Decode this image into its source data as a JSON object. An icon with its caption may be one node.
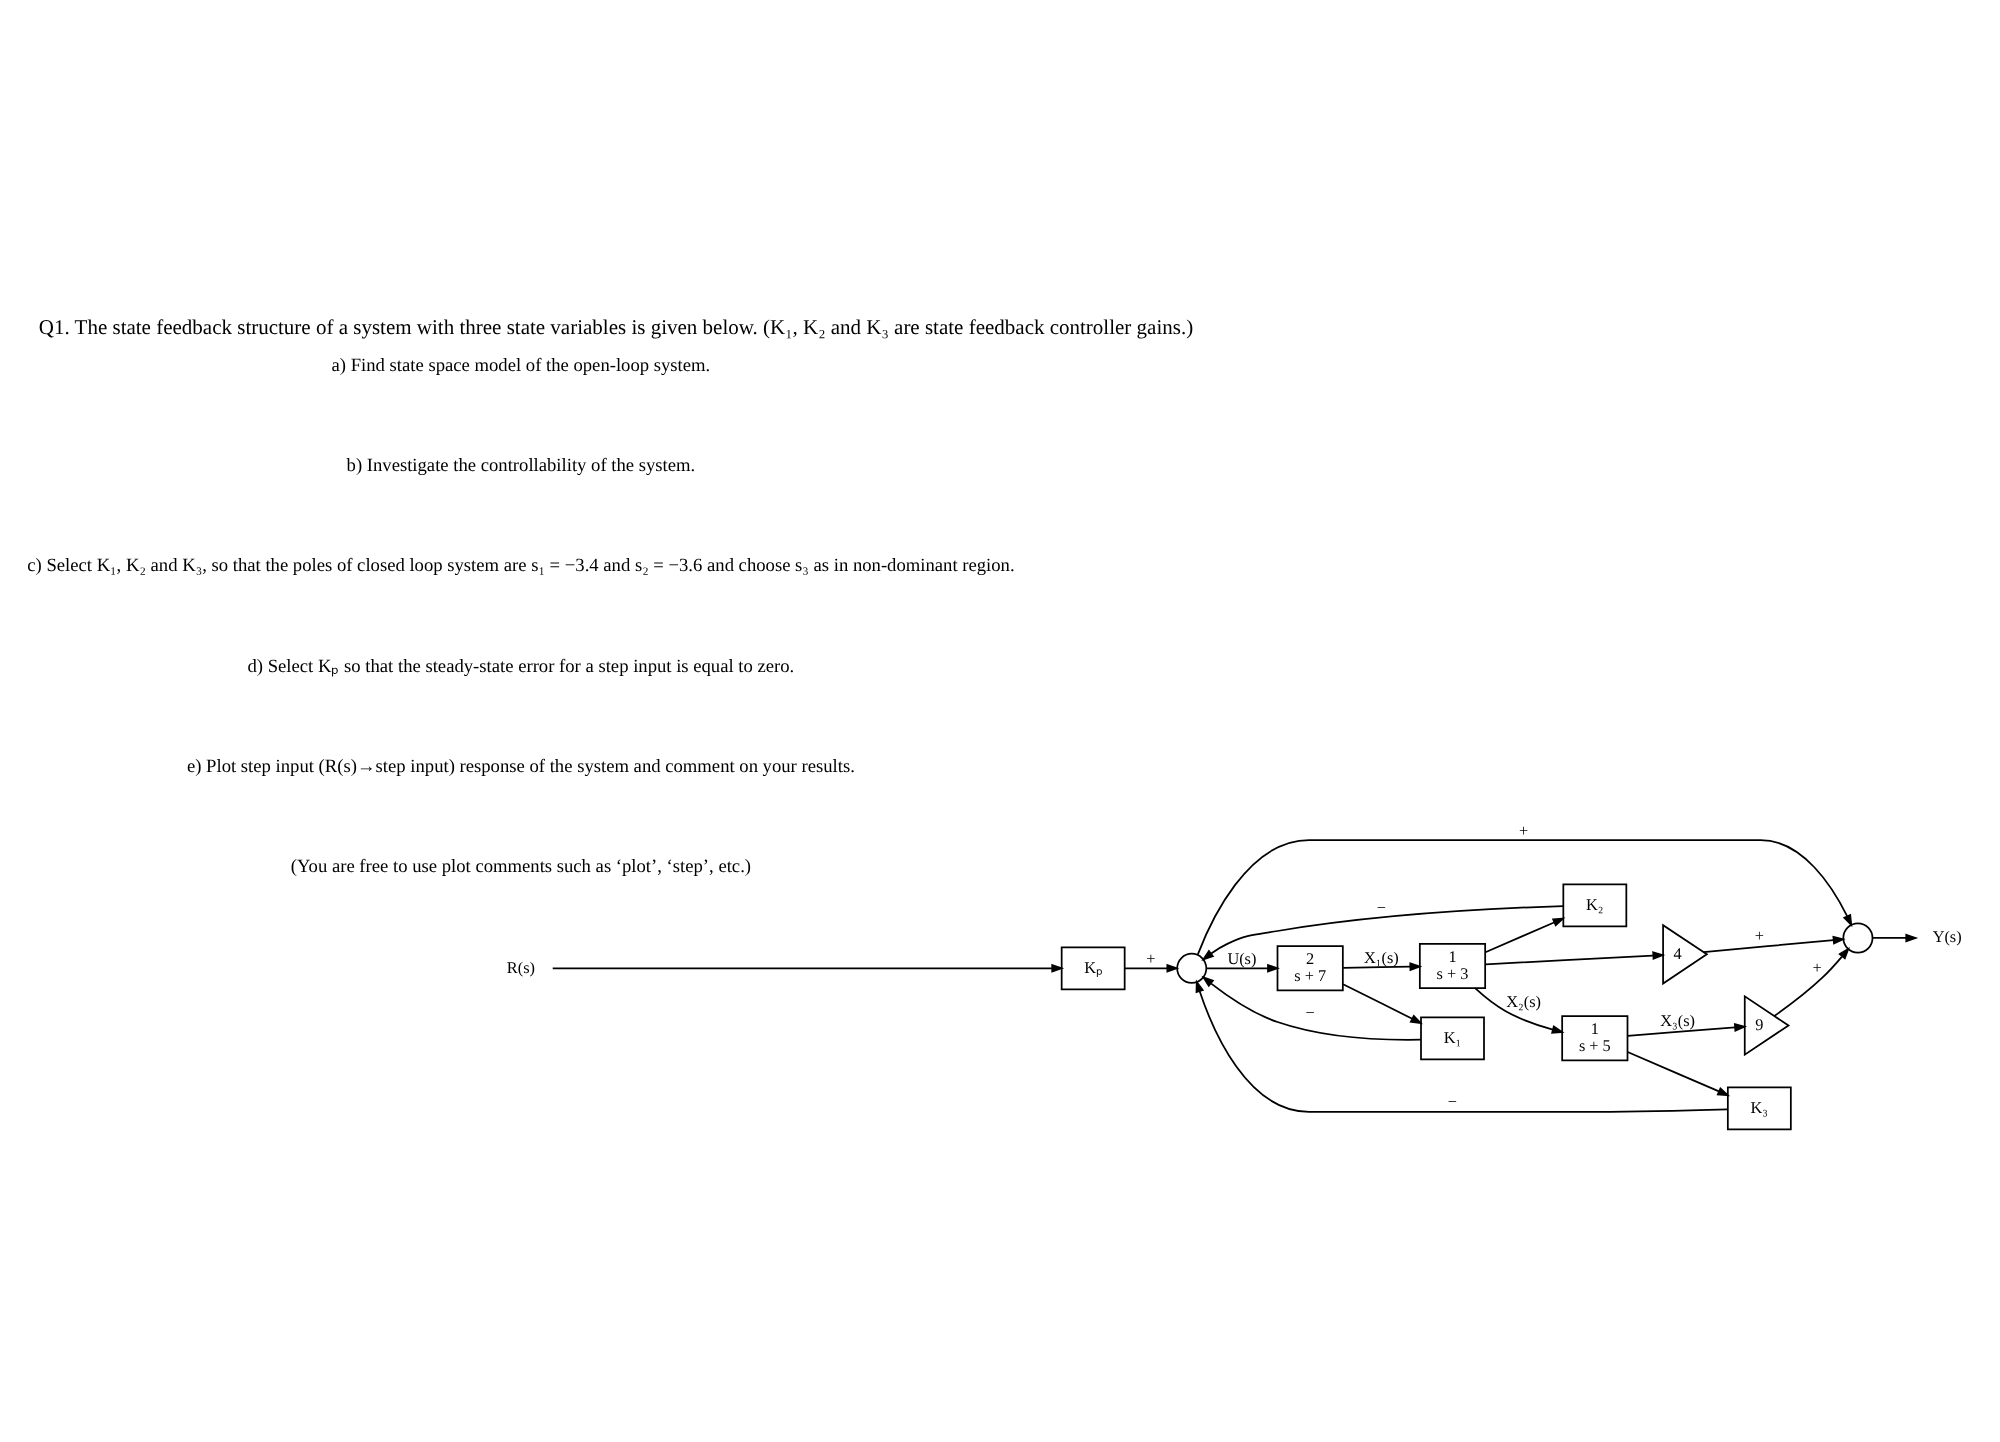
{
  "diagram": {
    "title": "Q1. The state feedback structure of a system with three state variables is given below. (K₁, K₂ and K₃ are state feedback controller gains.)",
    "nodes": [
      {
        "text": [
          "R(s)"
        ]
      },
      {
        "text": [
          "Kₚ"
        ]
      },
      {
        "text": [],
        "shape": "circle"
      },
      {
        "text": [
          "2",
          "s + 7"
        ]
      },
      {
        "text": [
          "1",
          "s + 3"
        ]
      },
      {
        "text": [
          "1",
          "s + 5"
        ]
      },
      {
        "text": [
          "4"
        ]
      },
      {
        "text": [
          "9"
        ]
      },
      {
        "text": [],
        "shape": "circle"
      },
      {
        "text": [
          "Y(s)"
        ]
      },
      {
        "text": [
          "K₁"
        ]
      },
      {
        "text": [
          "K₂"
        ]
      },
      {
        "text": [
          "K₃"
        ]
      }
    ],
    "edges": [
      {
        "from": 0,
        "to": 1,
        "arrow": "to"
      },
      {
        "from": 1,
        "to": 2,
        "arrow": "to",
        "label": "+"
      },
      {
        "from": 2,
        "to": 3,
        "arrow": "to",
        "label": "U(s)"
      },
      {
        "from": 2,
        "to": 8,
        "arrow": "to",
        "label": "+"
      },
      {
        "from": 3,
        "to": 4,
        "arrow": "to",
        "label": "X₁(s)"
      },
      {
        "from": 3,
        "to": 10,
        "arrow": "to"
      },
      {
        "from": 4,
        "to": 5,
        "arrow": "to",
        "label": "X₂(s)"
      },
      {
        "from": 4,
        "to": 6,
        "arrow": "to"
      },
      {
        "from": 4,
        "to": 11,
        "arrow": "to"
      },
      {
        "from": 5,
        "to": 7,
        "arrow": "to",
        "label": "X₃(s)"
      },
      {
        "from": 5,
        "to": 12,
        "arrow": "to"
      },
      {
        "from": 6,
        "to": 8,
        "arrow": "to",
        "label": "+"
      },
      {
        "from": 7,
        "to": 8,
        "arrow": "to",
        "label": "+"
      },
      {
        "from": 8,
        "to": 9,
        "arrow": "to"
      },
      {
        "from": 10,
        "to": 2,
        "arrow": "to",
        "label": "−"
      },
      {
        "from": 11,
        "to": 2,
        "arrow": "to",
        "label": "−"
      },
      {
        "from": 12,
        "to": 2,
        "arrow": "to",
        "label": "−"
      }
    ],
    "labels": [
      "a) Find state space model of the open-loop system.",
      "b) Investigate the controllability of the system.",
      "c) Select K₁, K₂ and K₃, so that the poles of closed loop system are s₁ = −3.4 and s₂ = −3.6 and choose s₃ as in non-dominant region.",
      "d) Select Kₚ so that the steady-state error for a step input is equal to zero.",
      "e) Plot step input (R(s)→step input) response of the system and comment on your results.",
      "(You are free to use plot comments such as ‘plot’, ‘step’, etc.)"
    ]
  }
}
